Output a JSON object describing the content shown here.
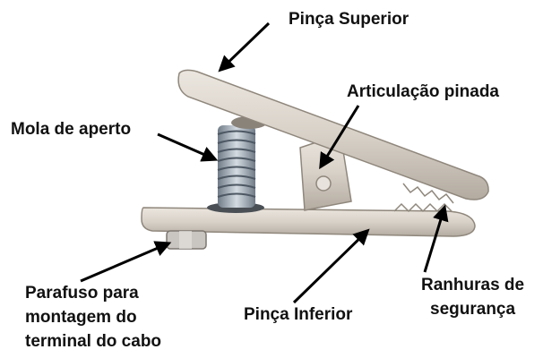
{
  "labels": {
    "upper_jaw": "Pinça Superior",
    "pivot": "Articulação pinada",
    "spring": "Mola de aperto",
    "screw_line1": "Parafuso para",
    "screw_line2": "montagem do",
    "screw_line3": "terminal do cabo",
    "lower_jaw": "Pinça Inferior",
    "grooves_line1": "Ranhuras de",
    "grooves_line2": "segurança"
  },
  "colors": {
    "metal": "#dcd6ce",
    "metal_shade": "#b8b0a6",
    "spring": "#8e9aa6",
    "arrow": "#000000",
    "text": "#111111"
  }
}
